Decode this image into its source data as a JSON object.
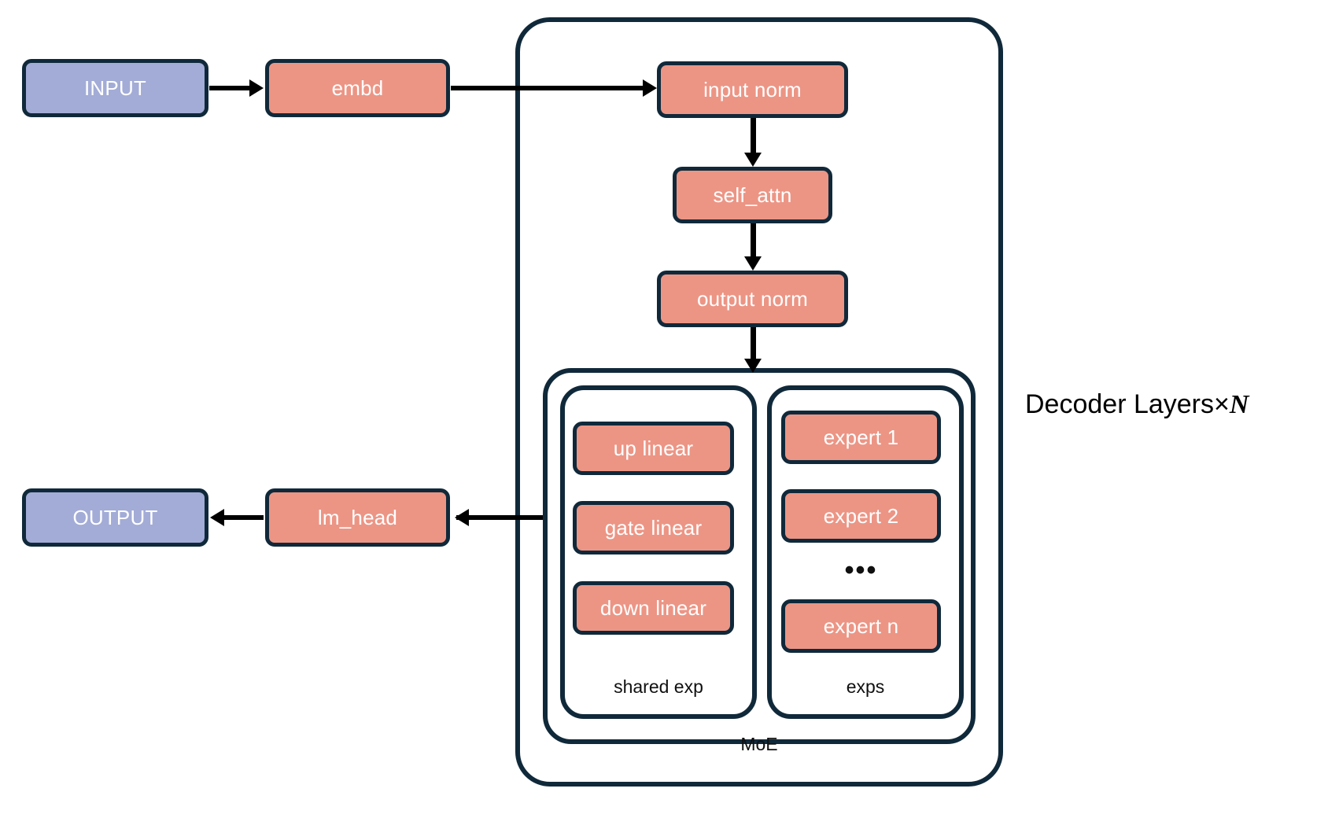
{
  "diagram": {
    "title_label": "Decoder Layers×",
    "title_var": "N",
    "colors": {
      "box_salmon": "#ec9585",
      "box_blue": "#a3acd6",
      "stroke_navy": "#10293a",
      "connector_black": "#000000",
      "background": "#ffffff",
      "box_text": "#ffffff",
      "caption_text": "#101010"
    },
    "nodes": {
      "input": "INPUT",
      "embd": "embd",
      "input_norm": "input norm",
      "self_attn": "self_attn",
      "output_norm": "output norm",
      "up_linear": "up linear",
      "gate_linear": "gate linear",
      "down_linear": "down linear",
      "expert_1": "expert 1",
      "expert_2": "expert 2",
      "expert_n": "expert n",
      "lm_head": "lm_head",
      "output": "OUTPUT"
    },
    "captions": {
      "shared_exp": "shared exp",
      "exps": "exps",
      "moe": "MoE"
    },
    "ellipsis": "•••"
  }
}
